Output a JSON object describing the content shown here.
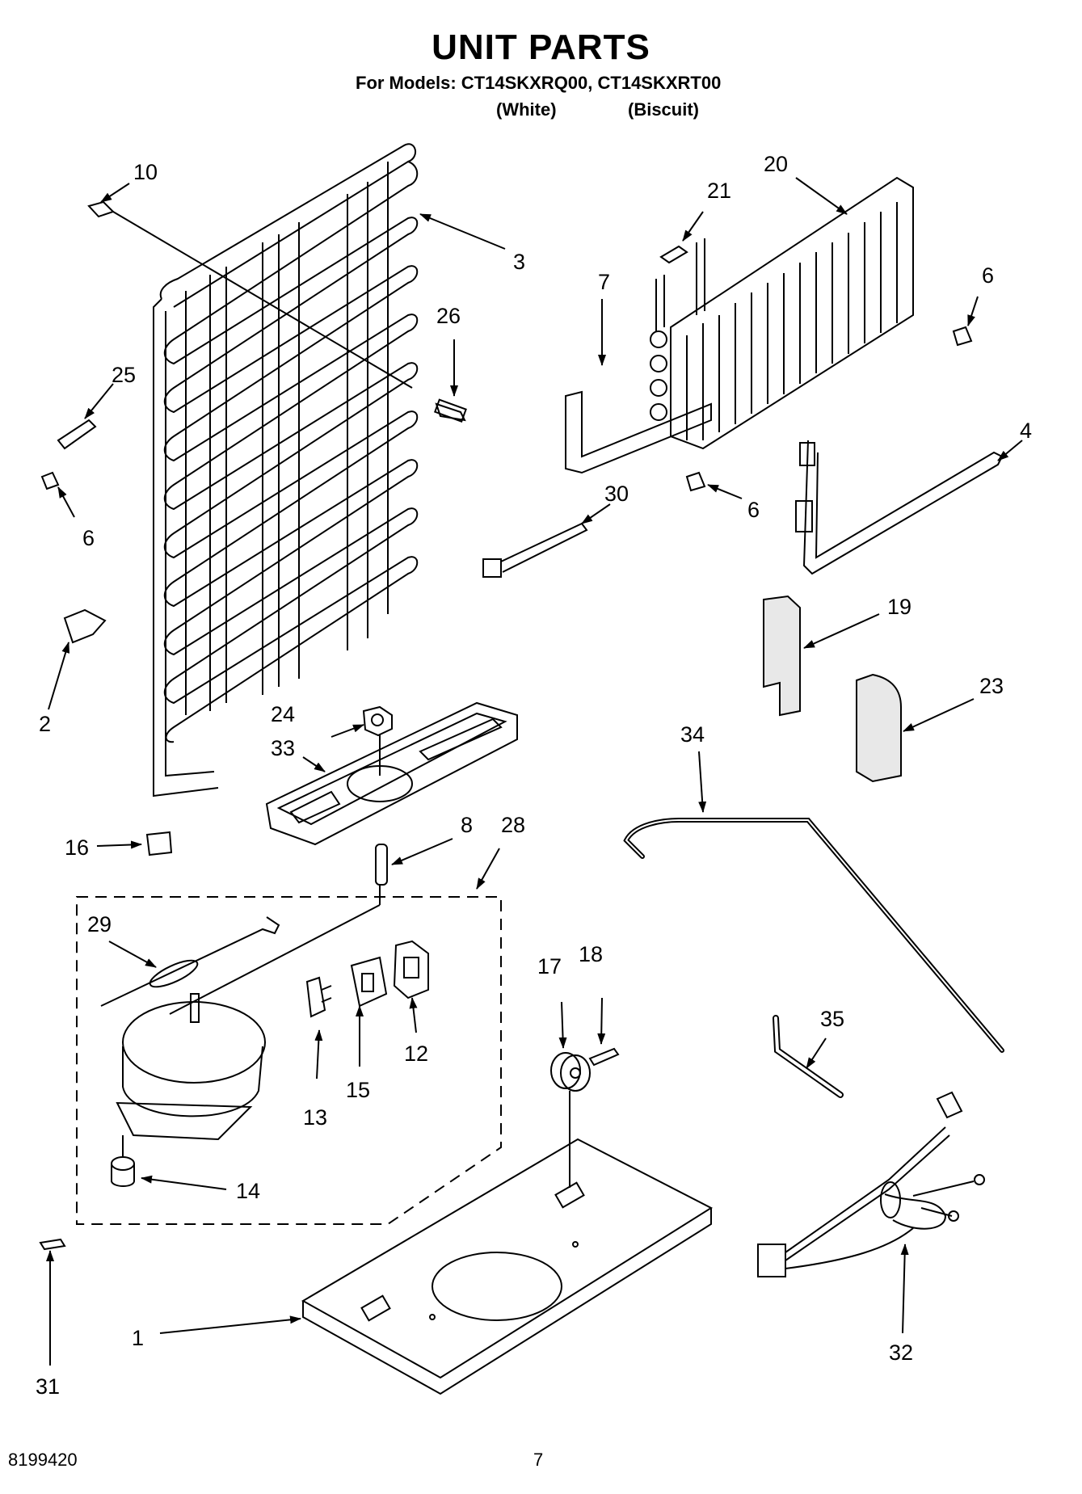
{
  "header": {
    "title": "UNIT PARTS",
    "models_line": "For Models: CT14SKXRQ00, CT14SKXRT00",
    "variant_1": "(White)",
    "variant_2": "(Biscuit)"
  },
  "footer": {
    "doc_number": "8199420",
    "page_number": "7"
  },
  "callouts": {
    "c10": "10",
    "c3": "3",
    "c26": "26",
    "c25": "25",
    "c6a": "6",
    "c2": "2",
    "c16": "16",
    "c24": "24",
    "c33": "33",
    "c8": "8",
    "c28": "28",
    "c29": "29",
    "c13": "13",
    "c15": "15",
    "c12": "12",
    "c14": "14",
    "c31": "31",
    "c1": "1",
    "c20": "20",
    "c21": "21",
    "c7": "7",
    "c6b": "6",
    "c6c": "6",
    "c4": "4",
    "c30": "30",
    "c19": "19",
    "c23": "23",
    "c34": "34",
    "c17": "17",
    "c18": "18",
    "c35": "35",
    "c32": "32"
  }
}
